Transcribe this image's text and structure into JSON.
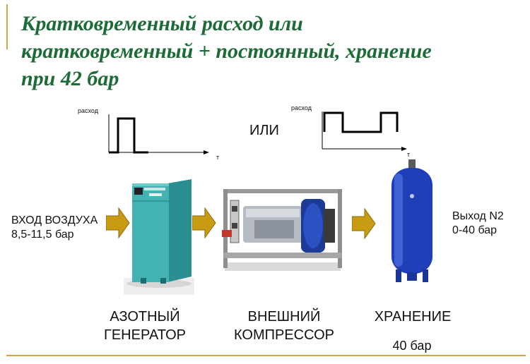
{
  "title": {
    "line1": "Кратковременный расход или",
    "line2": "кратковременный  + постоянный, хранение",
    "line3": "при 42 бар"
  },
  "graph_left": {
    "ylabel": "расход",
    "xlabel": "т"
  },
  "graph_right": {
    "ylabel": "расход",
    "xlabel": "т"
  },
  "or_text": "ИЛИ",
  "input": {
    "line1": "ВХОД ВОЗДУХА",
    "line2": "8,5-11,5 бар"
  },
  "output": {
    "line1": "Выход N2",
    "line2": "0-40 бар"
  },
  "generator": {
    "line1": "АЗОТНЫЙ",
    "line2": "ГЕНЕРАТОР"
  },
  "compressor": {
    "line1": "ВНЕШНИЙ",
    "line2": "КОМПРЕССОР"
  },
  "storage": {
    "line1": "ХРАНЕНИЕ",
    "pressure": "40 бар"
  },
  "colors": {
    "title": "#1d6b36",
    "rule": "#c9a84a",
    "arrow": "#c89b12",
    "generator_body": "#3aa6a6",
    "tank": "#1f3fb8"
  }
}
